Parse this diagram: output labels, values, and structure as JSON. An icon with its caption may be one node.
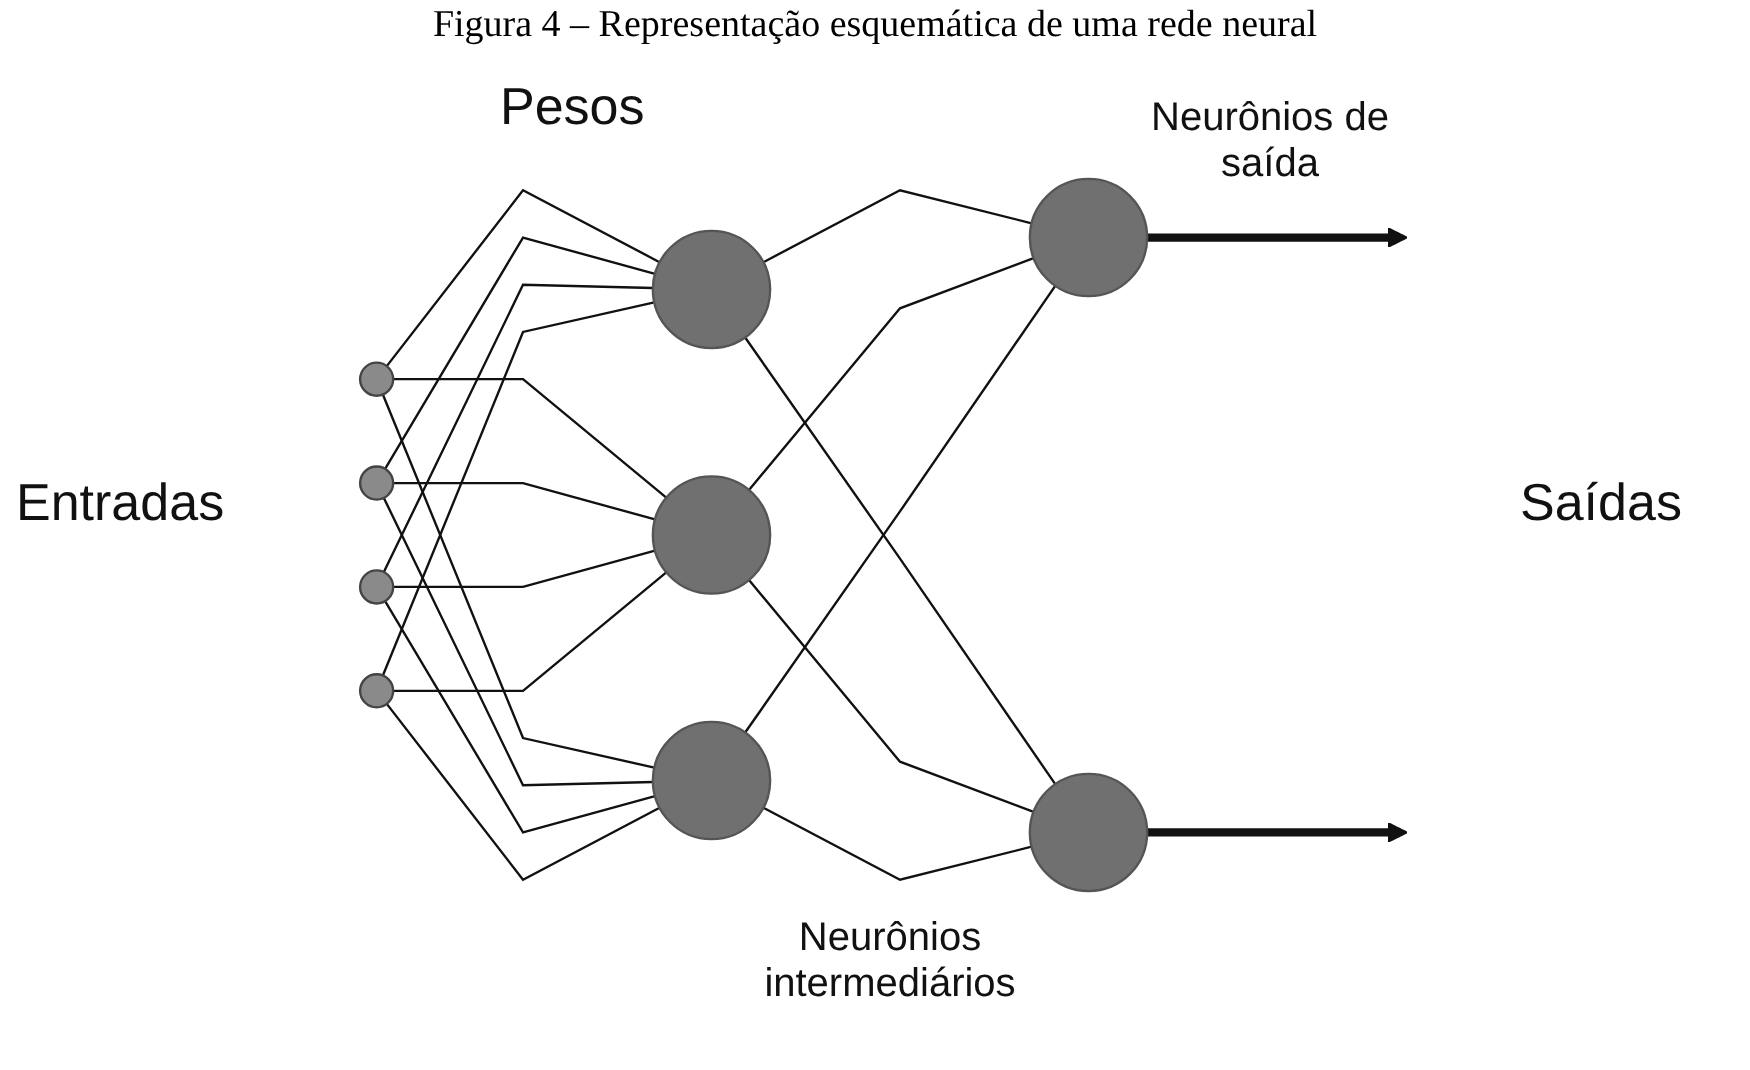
{
  "diagram": {
    "title": "Figura 4 – Representação esquemática de uma rede neural",
    "nodes": [
      {
        "text": [],
        "shape": "circle"
      },
      {
        "text": [],
        "shape": "circle"
      },
      {
        "text": [],
        "shape": "circle"
      },
      {
        "text": [],
        "shape": "circle"
      },
      {
        "text": [],
        "shape": "circle"
      },
      {
        "text": [],
        "shape": "circle"
      },
      {
        "text": [],
        "shape": "circle"
      },
      {
        "text": [],
        "shape": "circle"
      },
      {
        "text": [],
        "shape": "circle"
      }
    ],
    "edges": [
      {
        "from": 0,
        "to": 4,
        "arrow": "none"
      },
      {
        "from": 0,
        "to": 5,
        "arrow": "none"
      },
      {
        "from": 0,
        "to": 6,
        "arrow": "none"
      },
      {
        "from": 1,
        "to": 4,
        "arrow": "none"
      },
      {
        "from": 1,
        "to": 5,
        "arrow": "none"
      },
      {
        "from": 1,
        "to": 6,
        "arrow": "none"
      },
      {
        "from": 2,
        "to": 4,
        "arrow": "none"
      },
      {
        "from": 2,
        "to": 5,
        "arrow": "none"
      },
      {
        "from": 2,
        "to": 6,
        "arrow": "none"
      },
      {
        "from": 3,
        "to": 4,
        "arrow": "none"
      },
      {
        "from": 3,
        "to": 5,
        "arrow": "none"
      },
      {
        "from": 3,
        "to": 6,
        "arrow": "none"
      },
      {
        "from": 4,
        "to": 7,
        "arrow": "none"
      },
      {
        "from": 4,
        "to": 8,
        "arrow": "none"
      },
      {
        "from": 5,
        "to": 7,
        "arrow": "none"
      },
      {
        "from": 5,
        "to": 8,
        "arrow": "none"
      },
      {
        "from": 6,
        "to": 7,
        "arrow": "none"
      },
      {
        "from": 6,
        "to": 8,
        "arrow": "none"
      },
      {
        "from": 7,
        "to": null,
        "arrow": "to",
        "style": "thick"
      },
      {
        "from": 8,
        "to": null,
        "arrow": "to",
        "style": "thick"
      }
    ],
    "labels": [
      "Pesos",
      "Neurônios de saída",
      "Entradas",
      "Saídas",
      "Neurônios intermediários"
    ]
  }
}
